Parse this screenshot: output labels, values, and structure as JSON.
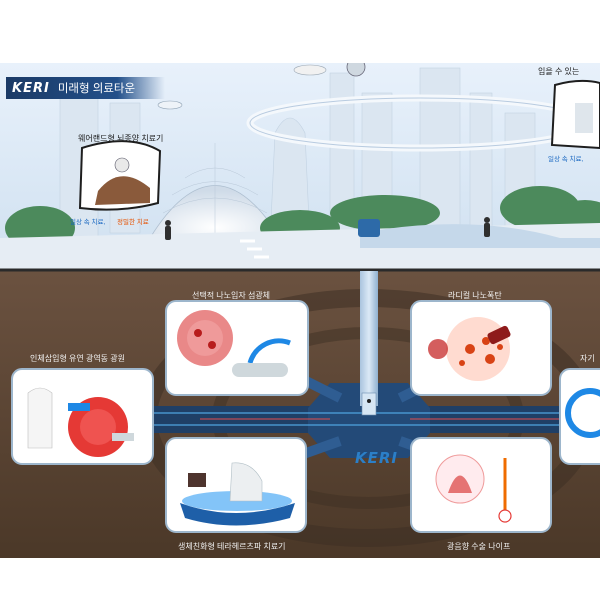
{
  "header": {
    "logo": "KERI",
    "title": "미래형 의료타운"
  },
  "surface": {
    "label_wearable": "웨어랜드형 뇌종양 치료기",
    "tag_daily": "일상 속 치료,",
    "tag_precise": "정밀한 치료",
    "label_top_right": "입을 수 있는",
    "tag_right_daily": "일상 속 치료,"
  },
  "underground": {
    "center_logo": "KERI",
    "labels": {
      "nanoparticle": "선택적 나노입자 섬광체",
      "nanobomb": "라디컬 나노폭탄",
      "flexible_light": "인체삽입형 유연 광역동 광원",
      "terahertz": "생체친화형 테라헤르츠파 치료기",
      "photoacoustic": "광음향 수술 나이프",
      "right_edge": "자기"
    }
  },
  "colors": {
    "sky_top": "#e9f2fb",
    "ground": "#5a4432",
    "tunnel_blue": "#2a6fb0",
    "banner": "#1b3a66"
  }
}
